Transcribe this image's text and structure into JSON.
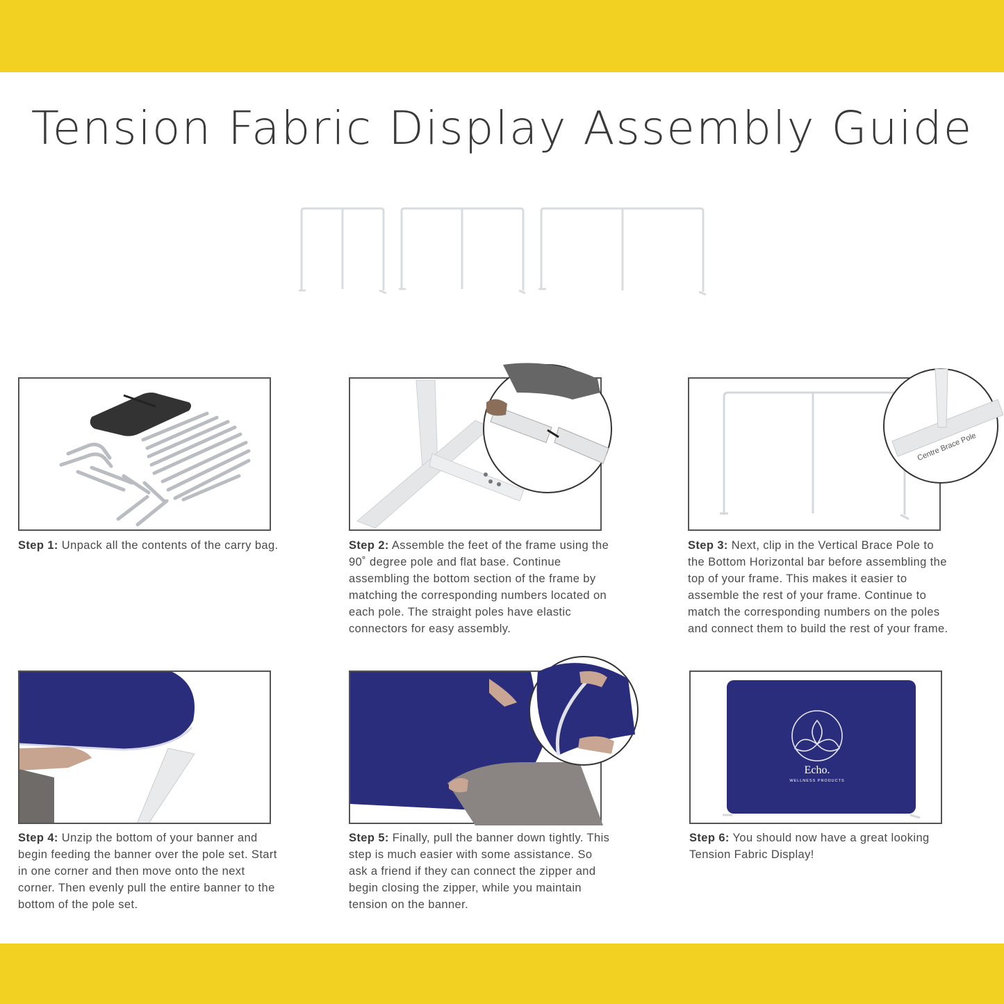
{
  "colors": {
    "band": "#f3d123",
    "banner": "#2a2d7c",
    "frame": "#d9dcdf"
  },
  "title": "Tension Fabric Display Assembly Guide",
  "steps": [
    {
      "label": "Step 1:",
      "text": "Unpack all the contents of the carry bag."
    },
    {
      "label": "Step 2:",
      "text": "Assemble the feet of the frame using the 90˚ degree pole and flat base. Continue assembling the bottom section of the frame by matching the corresponding numbers located on each pole. The straight poles have elastic connectors for easy assembly."
    },
    {
      "label": "Step 3:",
      "text": "Next, clip in the Vertical Brace Pole to the Bottom Horizontal bar before assembling the top of your frame. This makes it easier to assemble the rest of your frame. Continue to match the corresponding numbers on the poles and connect them to build the rest of your frame."
    },
    {
      "label": "Step 4:",
      "text": "Unzip the bottom of your banner and begin feeding the banner over the pole set. Start in one corner and then move onto the next corner. Then evenly pull the entire banner to the bottom of the pole set."
    },
    {
      "label": "Step 5:",
      "text": "Finally, pull the banner down tightly. This step is much easier with some assistance. So ask a friend if they can connect the zipper and begin closing the zipper, while you maintain tension on the banner."
    },
    {
      "label": "Step 6:",
      "text": "You should now have a great looking Tension Fabric Display!"
    }
  ],
  "callout_label": "Centre Brace Pole",
  "banner_brand": {
    "name": "Echo.",
    "tagline": "WELLNESS PRODUCTS"
  }
}
